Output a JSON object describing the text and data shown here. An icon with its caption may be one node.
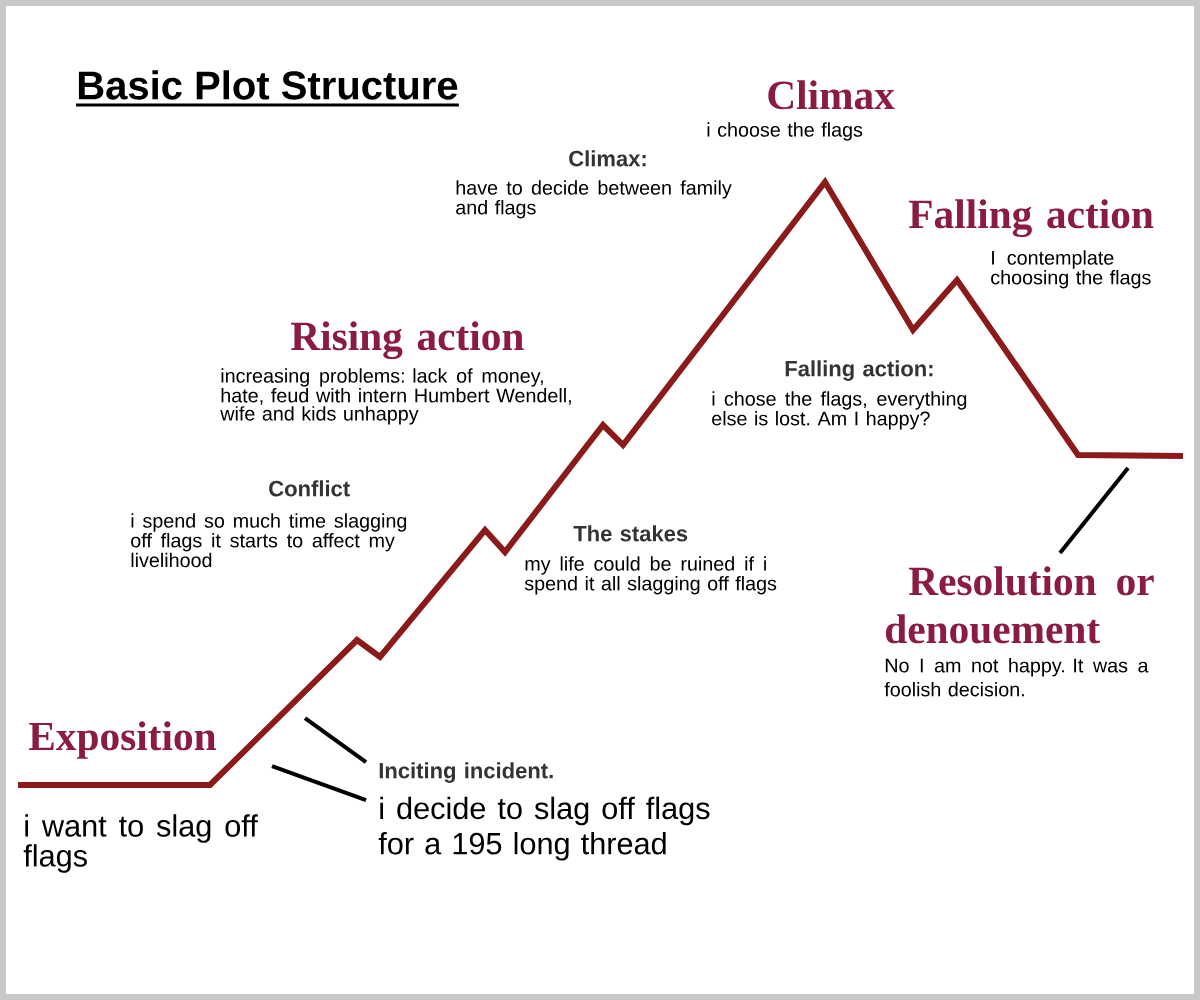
{
  "diagram": {
    "title": "Basic Plot Structure",
    "nodes": [
      {
        "text": [
          "Inciting incident.",
          "i decide to slag off flags for a 195 long thread"
        ]
      },
      {
        "text": [
          "Resolution or denouement",
          "No I am not happy. It was a foolish decision."
        ]
      }
    ],
    "edges": [
      {
        "from": 0,
        "to": null,
        "arrow": "none"
      },
      {
        "from": 0,
        "to": null,
        "arrow": "none"
      },
      {
        "from": 1,
        "to": null,
        "arrow": "none"
      }
    ],
    "labels": [
      "Climax",
      "i choose the flags",
      "Climax:",
      "have to decide between family and flags",
      "Falling action",
      "I contemplate choosing the flags",
      "Rising action",
      "increasing problems: lack of money, hate, feud with intern Humbert Wendell, wife and kids unhappy",
      "Falling action:",
      "i chose the flags, everything else is lost. Am I happy?",
      "Conflict",
      "i spend so much time slagging off flags it starts to affect my livelihood",
      "The stakes",
      "my life could be ruined if i spend it all slagging off flags",
      "Exposition",
      "i want to slag off flags"
    ]
  }
}
